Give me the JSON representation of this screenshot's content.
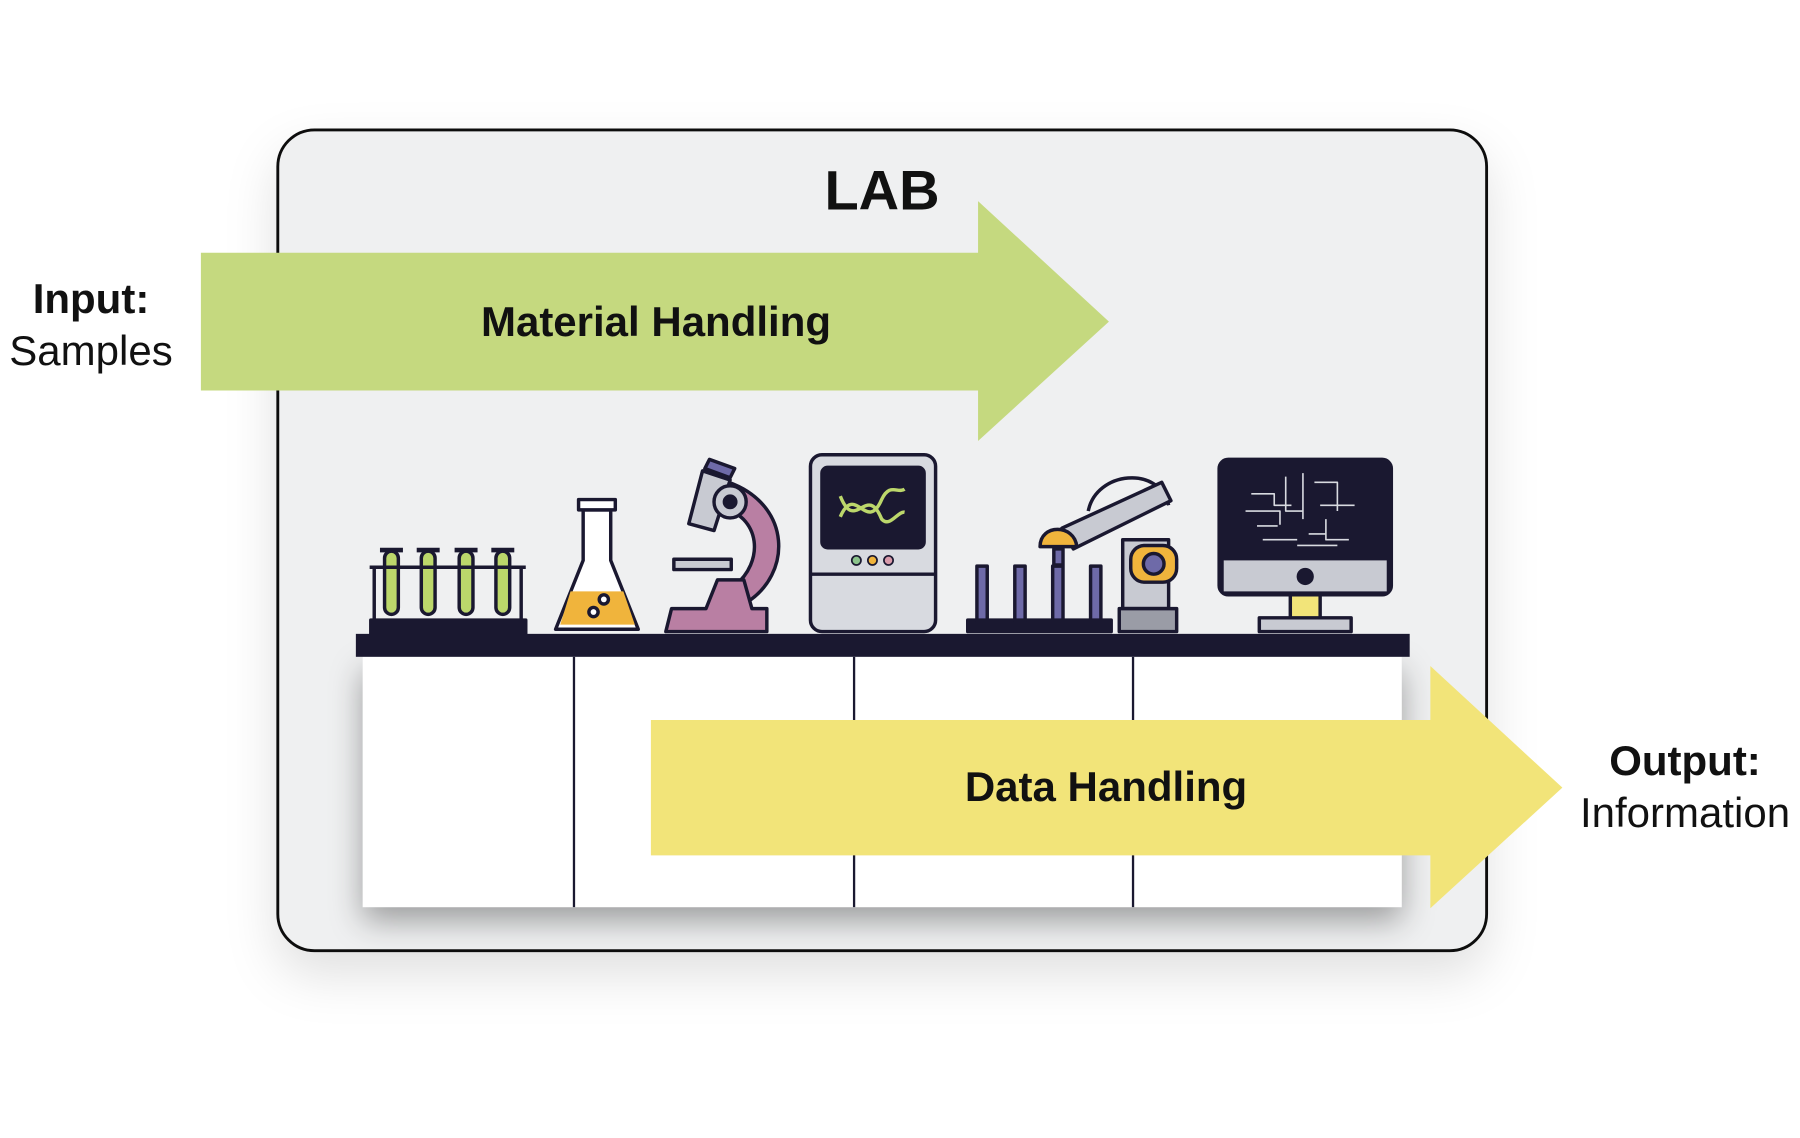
{
  "title": "LAB",
  "input": {
    "label": "Input:",
    "value": "Samples"
  },
  "output": {
    "label": "Output:",
    "value": "Information"
  },
  "arrows": {
    "material": {
      "label": "Material Handling",
      "color": "#c5d97f"
    },
    "data": {
      "label": "Data Handling",
      "color": "#f2e479"
    }
  },
  "colors": {
    "lab_bg": "#eff0f1",
    "bench": "#1a1830",
    "pink": "#b97fa3",
    "orange": "#f0b43c",
    "purple": "#6e6aa8",
    "green": "#bcd76b"
  }
}
